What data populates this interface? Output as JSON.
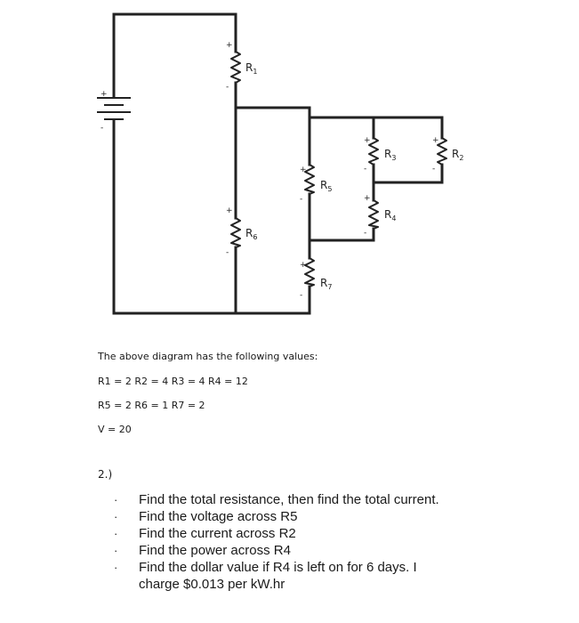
{
  "resistors": {
    "R1": {
      "letter": "R",
      "sub": "1",
      "plus": "+",
      "minus": "-"
    },
    "R2": {
      "letter": "R",
      "sub": "2",
      "plus": "+",
      "minus": "-"
    },
    "R3": {
      "letter": "R",
      "sub": "3",
      "plus": "+",
      "minus": "-"
    },
    "R4": {
      "letter": "R",
      "sub": "4",
      "plus": "+",
      "minus": "-"
    },
    "R5": {
      "letter": "R",
      "sub": "5",
      "plus": "+",
      "minus": "-"
    },
    "R6": {
      "letter": "R",
      "sub": "6",
      "plus": "+",
      "minus": "-"
    },
    "R7": {
      "letter": "R",
      "sub": "7",
      "plus": "+",
      "minus": "-"
    }
  },
  "battery": {
    "plus": "+",
    "minus": "-"
  },
  "values": {
    "intro": "The above diagram has the following values:",
    "line1": "R1 = 2   R2 = 4   R3 = 4   R4 = 12",
    "line2": "R5 = 2   R6 = 1   R7 = 2",
    "line3": "V = 20"
  },
  "question_number": "2.)",
  "bullet": "·",
  "questions": [
    "Find the total resistance, then find the total current.",
    "Find the voltage across R5",
    "Find the current across R2",
    "Find the power across R4",
    "Find the dollar value if R4 is left on for 6 days. I charge $0.013 per kW.hr"
  ]
}
